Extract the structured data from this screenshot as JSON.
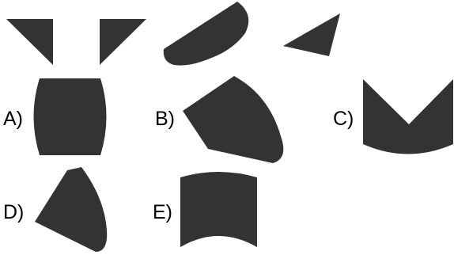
{
  "colors": {
    "shape": "#333333",
    "background": "#ffffff",
    "text": "#000000"
  },
  "question": {
    "pieces": [
      "left-triangle",
      "right-triangle",
      "half-disc",
      "small-triangle"
    ]
  },
  "options": [
    {
      "letter": "A)",
      "shape": "barrel"
    },
    {
      "letter": "B)",
      "shape": "pentagon-curved"
    },
    {
      "letter": "C)",
      "shape": "v-notch-bowl"
    },
    {
      "letter": "D)",
      "shape": "curved-triangle"
    },
    {
      "letter": "E)",
      "shape": "arched-block"
    }
  ]
}
